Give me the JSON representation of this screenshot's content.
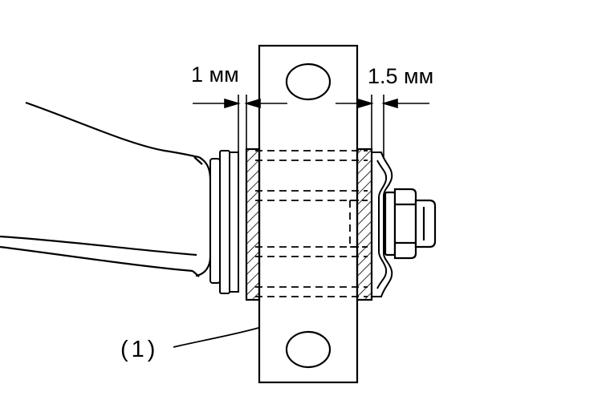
{
  "labels": {
    "gap_left": "1 мм",
    "gap_right": "1.5 мм",
    "callout": "(1)"
  },
  "colors": {
    "ink": "#000000",
    "paper": "#ffffff"
  }
}
